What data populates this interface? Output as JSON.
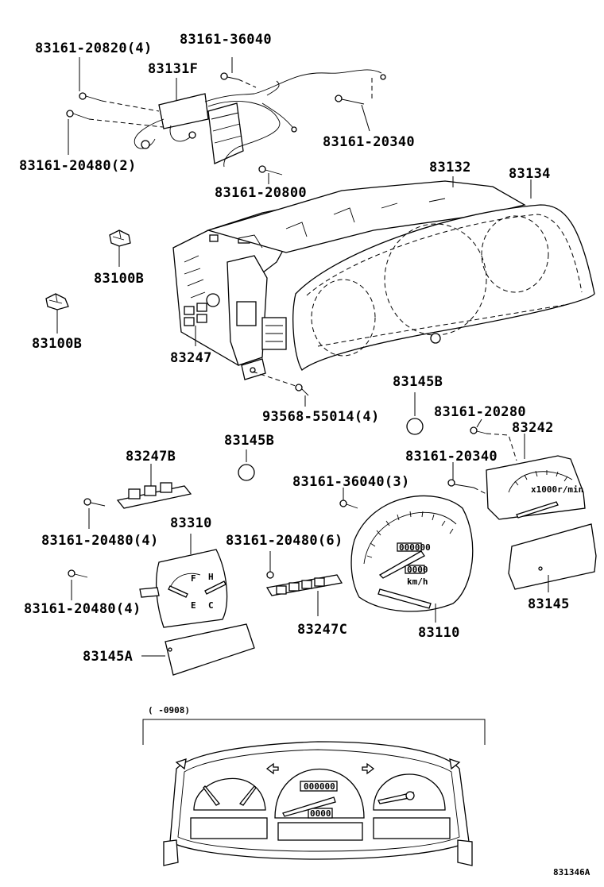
{
  "labels": {
    "p1": "83161-20820(4)",
    "p2": "83161-36040",
    "p3": "83131F",
    "p4": "83161-20340",
    "p5": "83161-20480(2)",
    "p6": "83161-20800",
    "p7": "83132",
    "p8": "83134",
    "p9": "83100B",
    "p10": "83100B",
    "p11": "83247",
    "p12": "83145B",
    "p13": "93568-55014(4)",
    "p14": "83161-20280",
    "p15": "83145B",
    "p16": "83242",
    "p17": "83247B",
    "p18": "83161-20340",
    "p19": "83161-36040(3)",
    "p20": "83161-20480(4)",
    "p21": "83310",
    "p22": "83161-20480(6)",
    "p23": "83161-20480(4)",
    "p24": "83145",
    "p25": "83145A",
    "p26": "83247C",
    "p27": "83110"
  },
  "gauge_text": {
    "tach_unit": "x1000r/min",
    "speed_unit": "km/h",
    "fuel_f": "F",
    "fuel_e": "E",
    "temp_h": "H",
    "temp_c": "C",
    "odometer": "000000",
    "trip": "0000"
  },
  "inset": {
    "range": "(    -0908)"
  },
  "diagram_code": "831346A"
}
